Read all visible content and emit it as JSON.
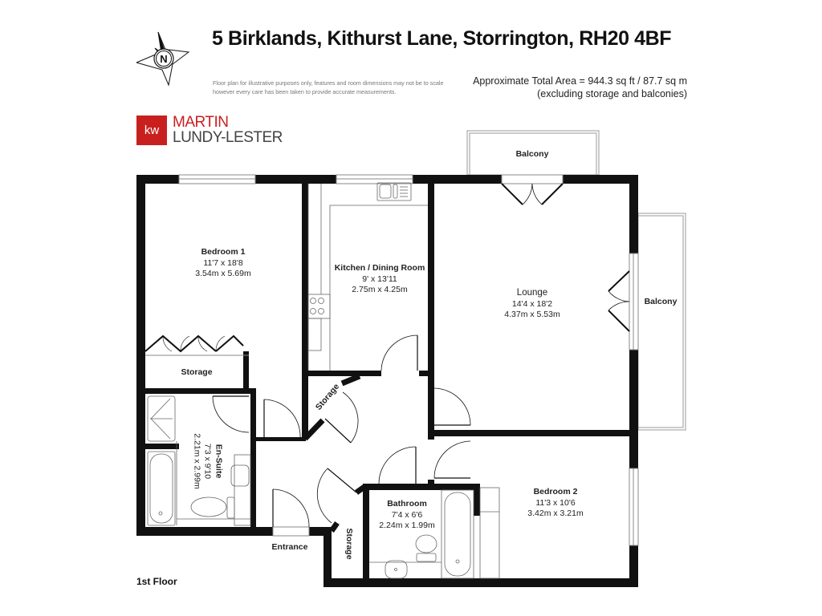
{
  "header": {
    "title": "5 Birklands, Kithurst Lane, Storrington, RH20 4BF",
    "disclaimer": "Floor plan for illustrative purposes only, features and room dimensions may not be to scale however every care has been taken to provide accurate measurements.",
    "area_line1": "Approximate Total Area = 944.3 sq ft / 87.7 sq m",
    "area_line2": "(excluding storage and balconies)"
  },
  "compass": {
    "icon": "compass-north-icon",
    "label": "N"
  },
  "logo": {
    "badge": "kw",
    "line1": "MARTIN",
    "line2": "LUNDY-LESTER",
    "brand_color": "#c8201f",
    "text_color": "#444444"
  },
  "rooms": {
    "bedroom1": {
      "name": "Bedroom 1",
      "imperial": "11'7 x 18'8",
      "metric": "3.54m x 5.69m"
    },
    "kitchen": {
      "name": "Kitchen / Dining Room",
      "imperial": "9' x 13'11",
      "metric": "2.75m x 4.25m"
    },
    "lounge": {
      "name": "Lounge",
      "imperial": "14'4 x 18'2",
      "metric": "4.37m x 5.53m"
    },
    "ensuite": {
      "name": "En-Suite",
      "imperial": "7'3 x 9'10",
      "metric": "2.21m x 2.99m"
    },
    "bathroom": {
      "name": "Bathroom",
      "imperial": "7'4 x 6'6",
      "metric": "2.24m x 1.99m"
    },
    "bedroom2": {
      "name": "Bedroom 2",
      "imperial": "11'3 x 10'6",
      "metric": "3.42m x 3.21m"
    }
  },
  "labels": {
    "balcony_top": "Balcony",
    "balcony_right": "Balcony",
    "storage_bedroom": "Storage",
    "storage_hall": "Storage",
    "storage_entrance": "Storage",
    "entrance": "Entrance"
  },
  "footer": {
    "floor": "1st Floor"
  }
}
